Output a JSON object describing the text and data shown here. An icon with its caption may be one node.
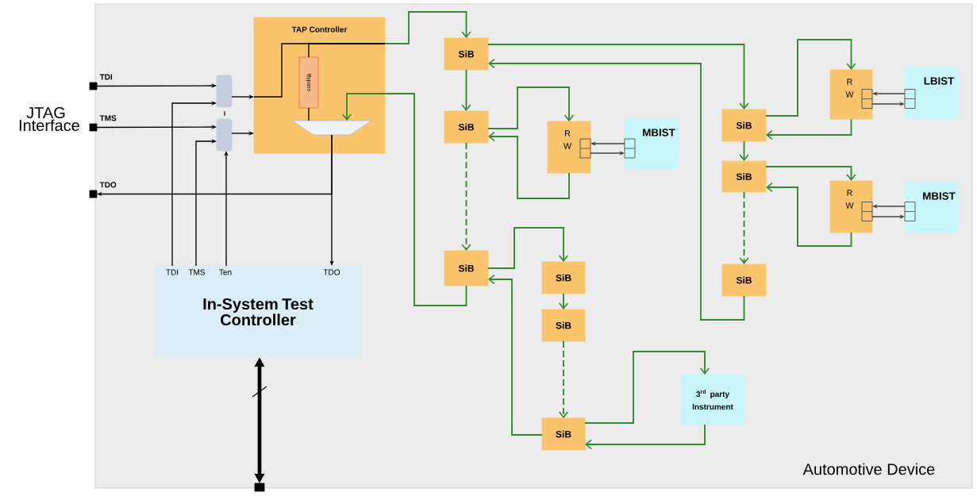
{
  "diagram": {
    "nodes": [
      {
        "text": [
          "Automotive Device"
        ]
      },
      {
        "text": [
          "TAP Controller"
        ],
        "in": 0
      },
      {
        "text": [
          "Bypass"
        ],
        "in": 1
      },
      {
        "text": [],
        "shape": "trapezoid",
        "in": 1
      },
      {
        "text": [],
        "shape": "box",
        "in": 0
      },
      {
        "text": [],
        "shape": "box",
        "in": 0
      },
      {
        "text": [],
        "shape": "box",
        "beside": [
          "TDI"
        ]
      },
      {
        "text": [],
        "shape": "box",
        "beside": [
          "TMS"
        ]
      },
      {
        "text": [],
        "shape": "box",
        "beside": [
          "TDO"
        ]
      },
      {
        "text": [
          "TDI",
          "TMS",
          "Ten",
          "TDO",
          "In-System Test Controller"
        ],
        "in": 0
      },
      {
        "text": [],
        "shape": "box"
      },
      {
        "text": [
          "SiB"
        ],
        "in": 0
      },
      {
        "text": [
          "SiB"
        ],
        "in": 0
      },
      {
        "text": [
          "SiB"
        ],
        "in": 0
      },
      {
        "text": [
          "R",
          "W"
        ],
        "in": 0
      },
      {
        "text": [
          "MBIST"
        ],
        "in": 0
      },
      {
        "text": [
          "SiB"
        ],
        "in": 0
      },
      {
        "text": [
          "SiB"
        ],
        "in": 0
      },
      {
        "text": [
          "SiB"
        ],
        "in": 0
      },
      {
        "text": [
          "3$^{rd}$ party Instrument"
        ],
        "in": 0
      },
      {
        "text": [
          "SiB"
        ],
        "in": 0
      },
      {
        "text": [
          "SiB"
        ],
        "in": 0
      },
      {
        "text": [
          "SiB"
        ],
        "in": 0
      },
      {
        "text": [
          "R",
          "W"
        ],
        "in": 0
      },
      {
        "text": [
          "LBIST"
        ],
        "in": 0
      },
      {
        "text": [
          "R",
          "W"
        ],
        "in": 0
      },
      {
        "text": [
          "MBIST"
        ],
        "in": 0
      }
    ],
    "edges": [
      {
        "from": 6,
        "to": 4,
        "arrow": "to",
        "color": "#000000"
      },
      {
        "from": 7,
        "to": 5,
        "arrow": "to",
        "color": "#000000"
      },
      {
        "from": 9,
        "to": 4,
        "arrow": "to",
        "color": "#000000"
      },
      {
        "from": 9,
        "to": 5,
        "arrow": "to",
        "color": "#000000"
      },
      {
        "from": 9,
        "to": 5,
        "arrow": "to",
        "color": "#000000"
      },
      {
        "from": 4,
        "to": 1,
        "arrow": "to",
        "color": "#000000"
      },
      {
        "from": 5,
        "to": 1,
        "arrow": "to",
        "color": "#000000"
      },
      {
        "from": 3,
        "to": 8,
        "arrow": "to",
        "color": "#000000"
      },
      {
        "from": 3,
        "to": 9,
        "arrow": "to",
        "color": "#000000"
      },
      {
        "from": 10,
        "to": 9,
        "arrow": "both",
        "style": "thick",
        "color": "#000000"
      },
      {
        "from": 2,
        "to": 3,
        "arrow": "none",
        "color": "#000000"
      },
      {
        "from": 1,
        "to": 2,
        "arrow": "none",
        "color": "#000000"
      },
      {
        "from": 1,
        "to": 11,
        "arrow": "to"
      },
      {
        "from": 11,
        "to": 12,
        "arrow": "to"
      },
      {
        "from": 12,
        "to": 14,
        "arrow": "to"
      },
      {
        "from": 14,
        "to": 12,
        "arrow": "to"
      },
      {
        "from": 12,
        "to": 13,
        "arrow": "to",
        "style": "dashed"
      },
      {
        "from": 13,
        "to": 16,
        "arrow": "to"
      },
      {
        "from": 16,
        "to": 17,
        "arrow": "to"
      },
      {
        "from": 17,
        "to": 18,
        "arrow": "to",
        "style": "dashed"
      },
      {
        "from": 18,
        "to": 19,
        "arrow": "to"
      },
      {
        "from": 19,
        "to": 18,
        "arrow": "to"
      },
      {
        "from": 18,
        "to": 13,
        "arrow": "to"
      },
      {
        "from": 11,
        "to": 20,
        "arrow": "to"
      },
      {
        "from": 20,
        "to": 23,
        "arrow": "to"
      },
      {
        "from": 23,
        "to": 20,
        "arrow": "to"
      },
      {
        "from": 20,
        "to": 21,
        "arrow": "to"
      },
      {
        "from": 21,
        "to": 25,
        "arrow": "to"
      },
      {
        "from": 25,
        "to": 21,
        "arrow": "to"
      },
      {
        "from": 21,
        "to": 22,
        "arrow": "to",
        "style": "dashed"
      },
      {
        "from": 22,
        "to": 11,
        "arrow": "to"
      },
      {
        "from": 13,
        "to": 3,
        "arrow": "to"
      },
      {
        "from": 15,
        "to": 14,
        "arrow": "to",
        "color": "#404040"
      },
      {
        "from": 14,
        "to": 15,
        "arrow": "to",
        "color": "#404040"
      },
      {
        "from": 24,
        "to": 23,
        "arrow": "to",
        "color": "#404040"
      },
      {
        "from": 23,
        "to": 24,
        "arrow": "to",
        "color": "#404040"
      },
      {
        "from": 26,
        "to": 25,
        "arrow": "to",
        "color": "#404040"
      },
      {
        "from": 25,
        "to": 26,
        "arrow": "to",
        "color": "#404040"
      }
    ],
    "labels": [
      "JTAG Interface",
      "I"
    ]
  }
}
